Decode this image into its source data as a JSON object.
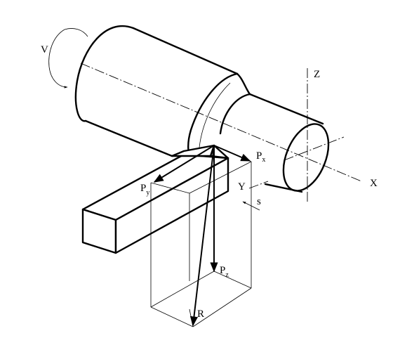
{
  "labels": {
    "v": "V",
    "z": "Z",
    "x": "X",
    "y": "Y",
    "s": "s",
    "px_main": "P",
    "px_sub": "x",
    "py_main": "P",
    "py_sub": "y",
    "pz_main": "P",
    "pz_sub": "z",
    "r": "R"
  }
}
